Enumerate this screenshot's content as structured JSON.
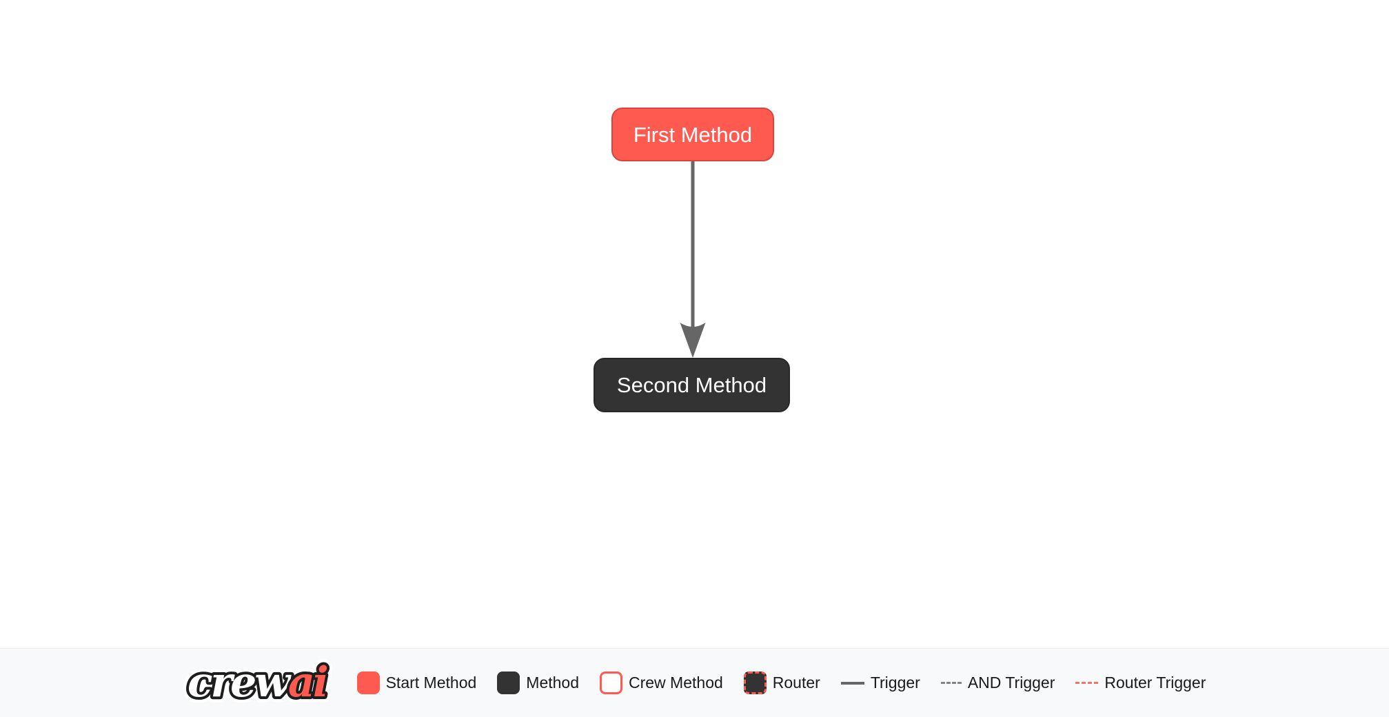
{
  "canvas": {
    "nodes": [
      {
        "id": "first_method",
        "label": "First Method",
        "type": "start-method",
        "fill": "#FF5A50",
        "border": "#D8453C",
        "text_color": "#FFFFFF"
      },
      {
        "id": "second_method",
        "label": "Second Method",
        "type": "method",
        "fill": "#333333",
        "border": "#282828",
        "text_color": "#FFFFFF"
      }
    ],
    "edges": [
      {
        "from": "first_method",
        "to": "second_method",
        "type": "trigger",
        "color": "#666666",
        "direction": "down"
      }
    ]
  },
  "footer": {
    "logo": {
      "crew": "crew",
      "ai": "ai"
    },
    "legend": [
      {
        "label": "Start Method",
        "swatch": "start-method-box"
      },
      {
        "label": "Method",
        "swatch": "method-box"
      },
      {
        "label": "Crew Method",
        "swatch": "crew-method-box"
      },
      {
        "label": "Router",
        "swatch": "router-box"
      },
      {
        "label": "Trigger",
        "swatch": "solid-gray-line"
      },
      {
        "label": "AND Trigger",
        "swatch": "dashed-gray-line"
      },
      {
        "label": "Router Trigger",
        "swatch": "dashed-red-line"
      }
    ]
  },
  "colors": {
    "accent": "#FF5A50",
    "accent_border": "#D8453C",
    "dark": "#333333",
    "dark_border": "#282828",
    "edge": "#666666",
    "and_trigger": "#848484",
    "router_trigger": "#F4736B",
    "footer_bg": "#F8F9FA",
    "legend_text": "#1A1A1A",
    "node_text": "#FFFFFF",
    "canvas_bg": "#FFFFFF",
    "logo_outline": "#1D1D1D"
  }
}
